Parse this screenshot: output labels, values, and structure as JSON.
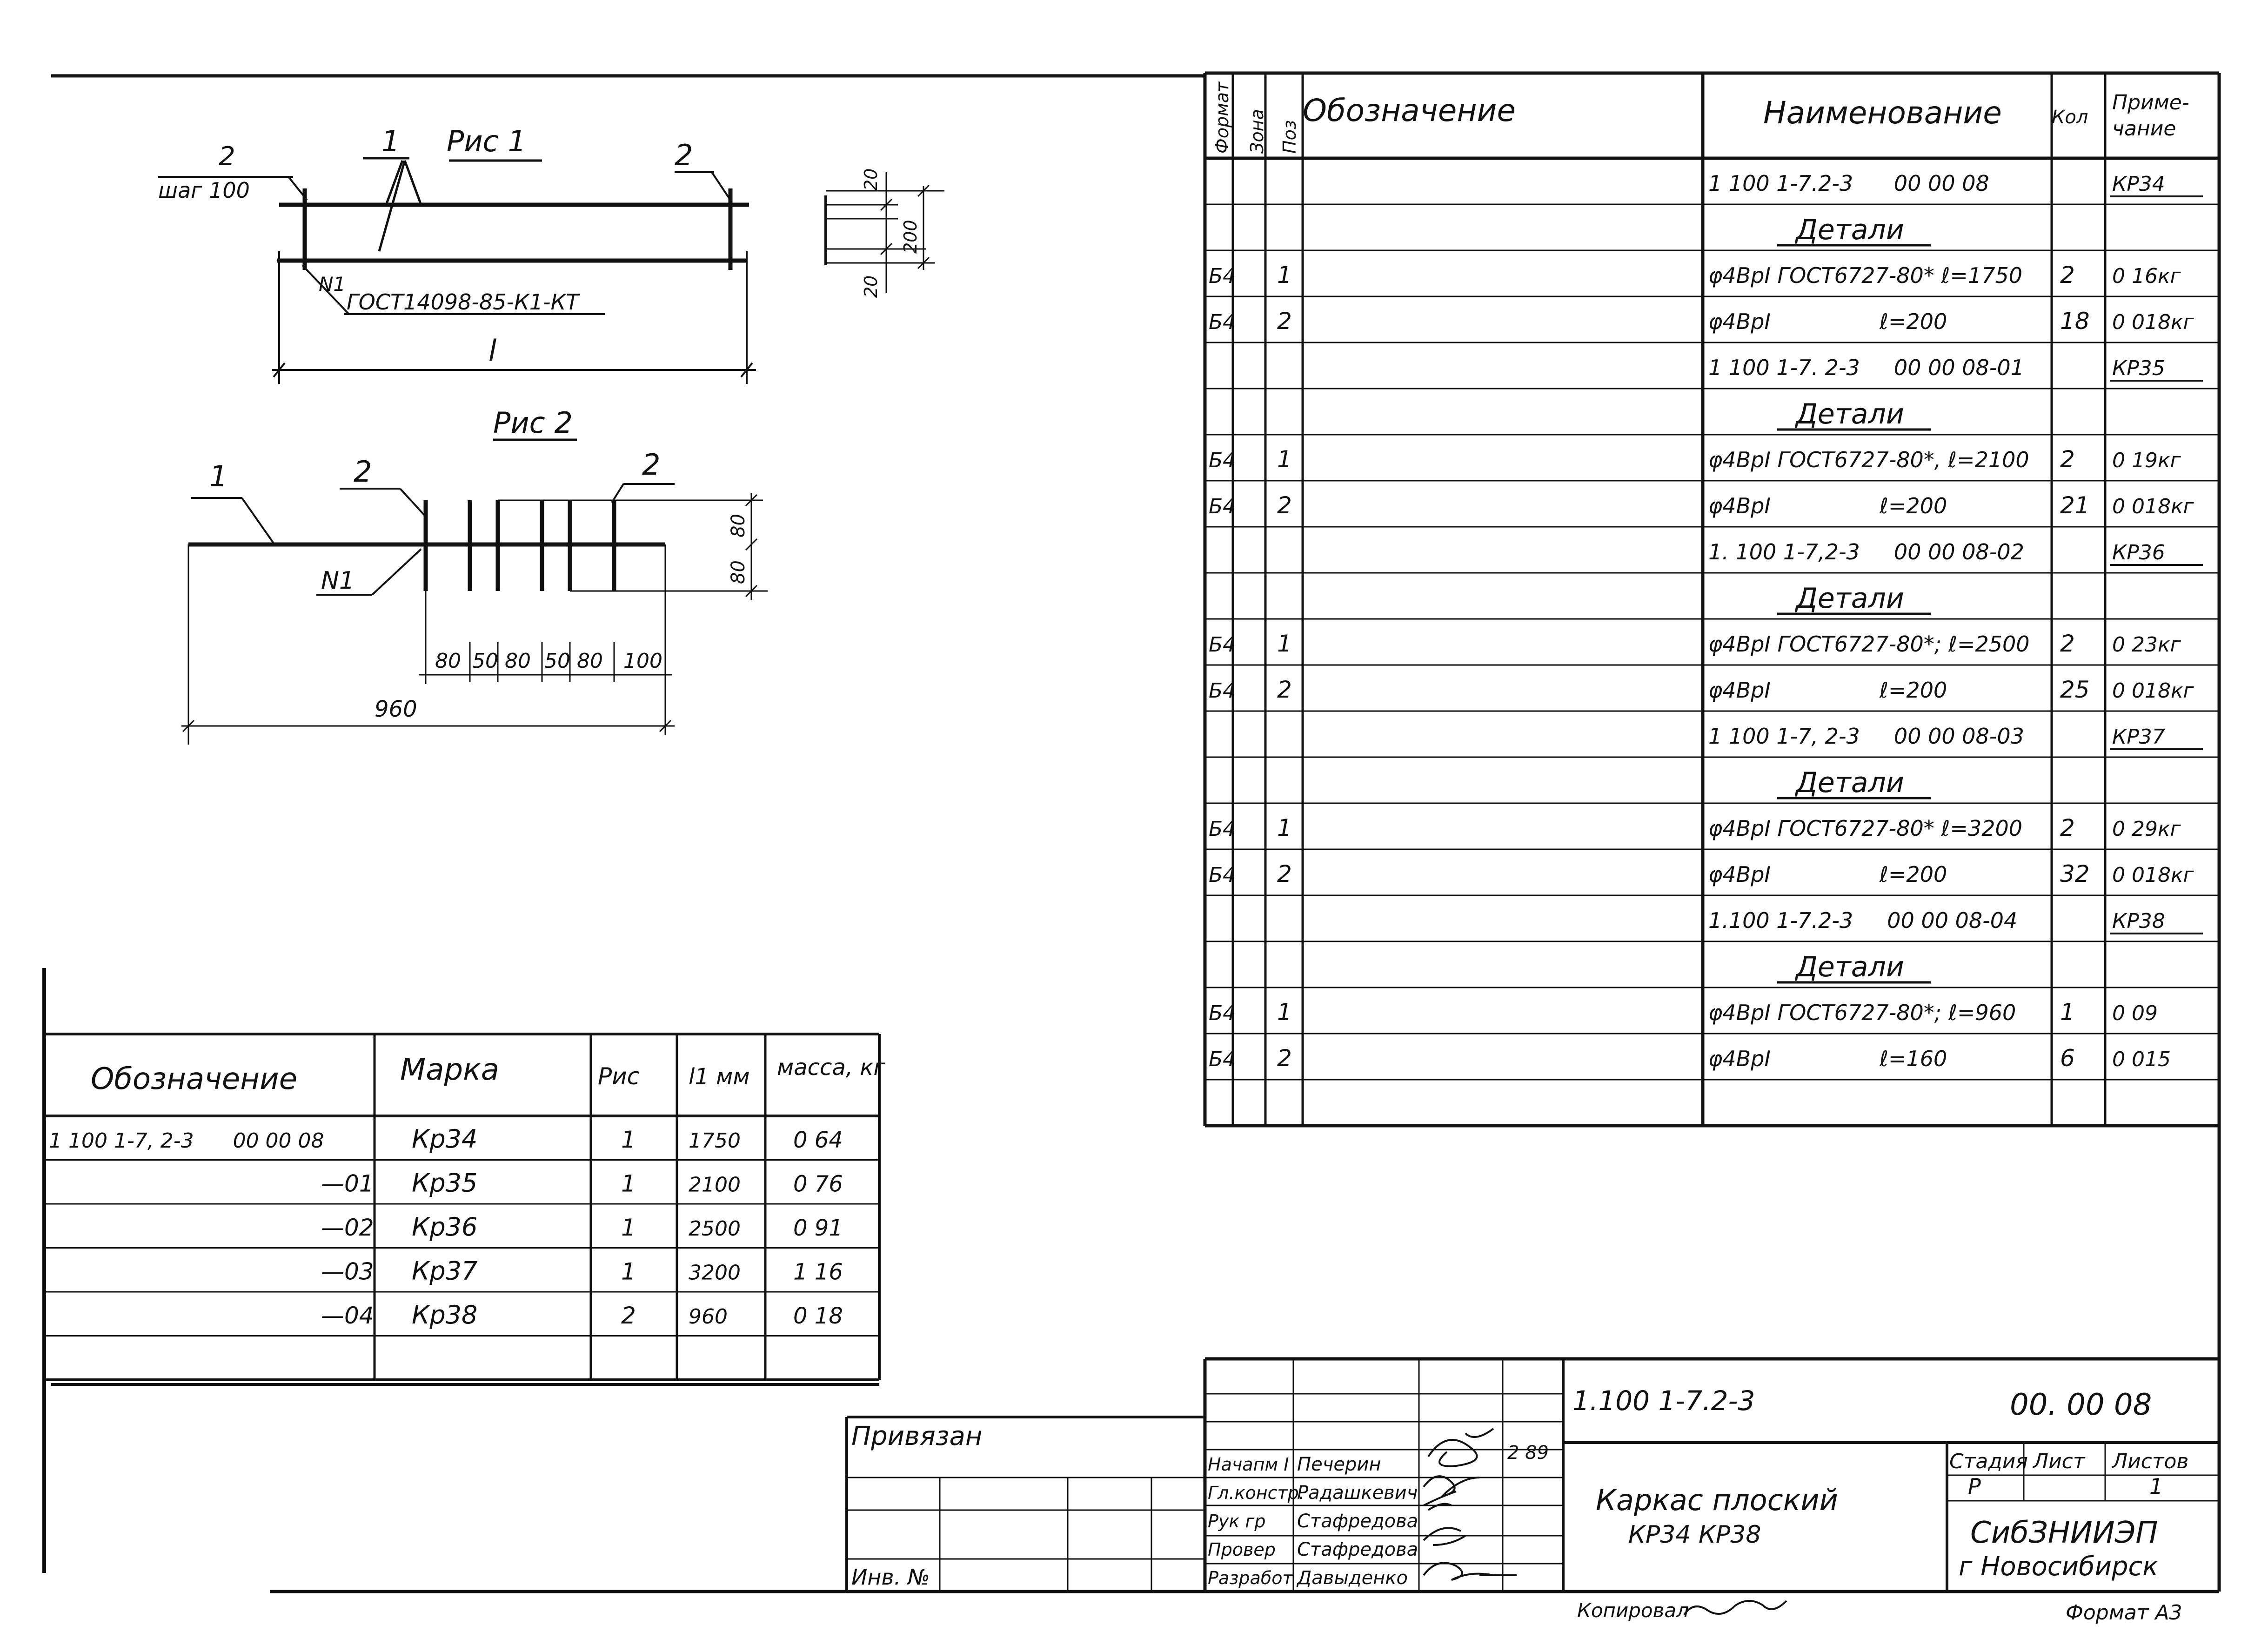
{
  "fig1": {
    "title": "Рис 1",
    "callout_1": "1",
    "callout_2_left": "2",
    "step_label": "шаг 100",
    "callout_2_right": "2",
    "weld_mark": "N1",
    "weld_standard": "ГОСТ14098-85-К1-КТ",
    "length_label": "l",
    "section_dim_top": "20",
    "section_dim_mid": "200",
    "section_dim_bottom": "20"
  },
  "fig2": {
    "title": "Рис 2",
    "callout_1": "1",
    "callout_2_left": "2",
    "callout_2_right": "2",
    "weld_mark": "N1",
    "dim_right_top": "80",
    "dim_right_bottom": "80",
    "spacings": [
      "80",
      "50",
      "80",
      "50",
      "80",
      "100"
    ],
    "total_length": "960"
  },
  "spec": {
    "headers": {
      "format": "Формат",
      "zone": "Зона",
      "pos": "Поз",
      "designation": "Обозначение",
      "name": "Наименование",
      "qty": "Кол",
      "note": "Приме-чание"
    },
    "rows": [
      {
        "format": "",
        "pos": "",
        "name": "1 100 1-7.2-3      00 00 08",
        "qty": "",
        "note": "КР34",
        "heading": false
      },
      {
        "format": "",
        "pos": "",
        "name": "Детали",
        "qty": "",
        "note": "",
        "heading": true
      },
      {
        "format": "Б4",
        "pos": "1",
        "name": "φ4ВрI ГОСТ6727-80* ℓ=1750",
        "qty": "2",
        "note": "0 16кг",
        "heading": false
      },
      {
        "format": "Б4",
        "pos": "2",
        "name": "φ4ВрI                ℓ=200",
        "qty": "18",
        "note": "0 018кг",
        "heading": false
      },
      {
        "format": "",
        "pos": "",
        "name": "1 100 1-7. 2-3     00 00 08-01",
        "qty": "",
        "note": "КР35",
        "heading": false
      },
      {
        "format": "",
        "pos": "",
        "name": "Детали",
        "qty": "",
        "note": "",
        "heading": true
      },
      {
        "format": "Б4",
        "pos": "1",
        "name": "φ4ВрI ГОСТ6727-80*, ℓ=2100",
        "qty": "2",
        "note": "0 19кг",
        "heading": false
      },
      {
        "format": "Б4",
        "pos": "2",
        "name": "φ4ВрI                ℓ=200",
        "qty": "21",
        "note": "0 018кг",
        "heading": false
      },
      {
        "format": "",
        "pos": "",
        "name": "1. 100 1-7,2-3     00 00 08-02",
        "qty": "",
        "note": "КР36",
        "heading": false
      },
      {
        "format": "",
        "pos": "",
        "name": "Детали",
        "qty": "",
        "note": "",
        "heading": true
      },
      {
        "format": "Б4",
        "pos": "1",
        "name": "φ4ВрI ГОСТ6727-80*; ℓ=2500",
        "qty": "2",
        "note": "0 23кг",
        "heading": false
      },
      {
        "format": "Б4",
        "pos": "2",
        "name": "φ4ВрI                ℓ=200",
        "qty": "25",
        "note": "0 018кг",
        "heading": false
      },
      {
        "format": "",
        "pos": "",
        "name": "1 100 1-7, 2-3     00 00 08-03",
        "qty": "",
        "note": "КР37",
        "heading": false
      },
      {
        "format": "",
        "pos": "",
        "name": "Детали",
        "qty": "",
        "note": "",
        "heading": true
      },
      {
        "format": "Б4",
        "pos": "1",
        "name": "φ4ВрI ГОСТ6727-80* ℓ=3200",
        "qty": "2",
        "note": "0 29кг",
        "heading": false
      },
      {
        "format": "Б4",
        "pos": "2",
        "name": "φ4ВрI                ℓ=200",
        "qty": "32",
        "note": "0 018кг",
        "heading": false
      },
      {
        "format": "",
        "pos": "",
        "name": "1.100 1-7.2-3     00 00 08-04",
        "qty": "",
        "note": "КР38",
        "heading": false
      },
      {
        "format": "",
        "pos": "",
        "name": "Детали",
        "qty": "",
        "note": "",
        "heading": true
      },
      {
        "format": "Б4",
        "pos": "1",
        "name": "φ4ВрI ГОСТ6727-80*; ℓ=960",
        "qty": "1",
        "note": "0 09",
        "heading": false
      },
      {
        "format": "Б4",
        "pos": "2",
        "name": "φ4ВрI                ℓ=160",
        "qty": "6",
        "note": "0 015",
        "heading": false
      },
      {
        "format": "",
        "pos": "",
        "name": "",
        "qty": "",
        "note": "",
        "heading": false
      }
    ]
  },
  "marks_table": {
    "headers": {
      "designation": "Обозначение",
      "mark": "Марка",
      "fig": "Рис",
      "length": "l1 мм",
      "mass": "масса, кг"
    },
    "rows": [
      {
        "designation": "1 100 1-7, 2-3      00 00 08",
        "mark": "Кр34",
        "fig": "1",
        "length": "1750",
        "mass": "0 64"
      },
      {
        "designation": "—01",
        "mark": "Кр35",
        "fig": "1",
        "length": "2100",
        "mass": "0 76"
      },
      {
        "designation": "—02",
        "mark": "Кр36",
        "fig": "1",
        "length": "2500",
        "mass": "0 91"
      },
      {
        "designation": "—03",
        "mark": "Кр37",
        "fig": "1",
        "length": "3200",
        "mass": "1 16"
      },
      {
        "designation": "—04",
        "mark": "Кр38",
        "fig": "2",
        "length": "960",
        "mass": "0 18"
      },
      {
        "designation": "",
        "mark": "",
        "fig": "",
        "length": "",
        "mass": ""
      }
    ]
  },
  "binding": {
    "label": "Привязан",
    "inv_label": "Инв. №"
  },
  "title_block": {
    "doc_code": "1.100 1-7.2-3",
    "doc_number": "00. 00 08",
    "roles": [
      "Начапм I",
      "Гл.констр.",
      "Рук гр",
      "Провер",
      "Разработ"
    ],
    "people": [
      "Печерин",
      "Радашкевич",
      "Стафредова",
      "Стафредова",
      "Давыденко"
    ],
    "date_mark": "2 89",
    "title_line1": "Каркас плоский",
    "title_line2": "КР34  КР38",
    "stage_label": "Стадия",
    "sheet_label": "Лист",
    "sheets_label": "Листов",
    "stage_value": "Р",
    "sheet_value": "",
    "sheets_value": "1",
    "org_line1": "СибЗНИИЭП",
    "org_line2": "г Новосибирск",
    "copied_label": "Копировал",
    "format_label": "Формат А3"
  }
}
